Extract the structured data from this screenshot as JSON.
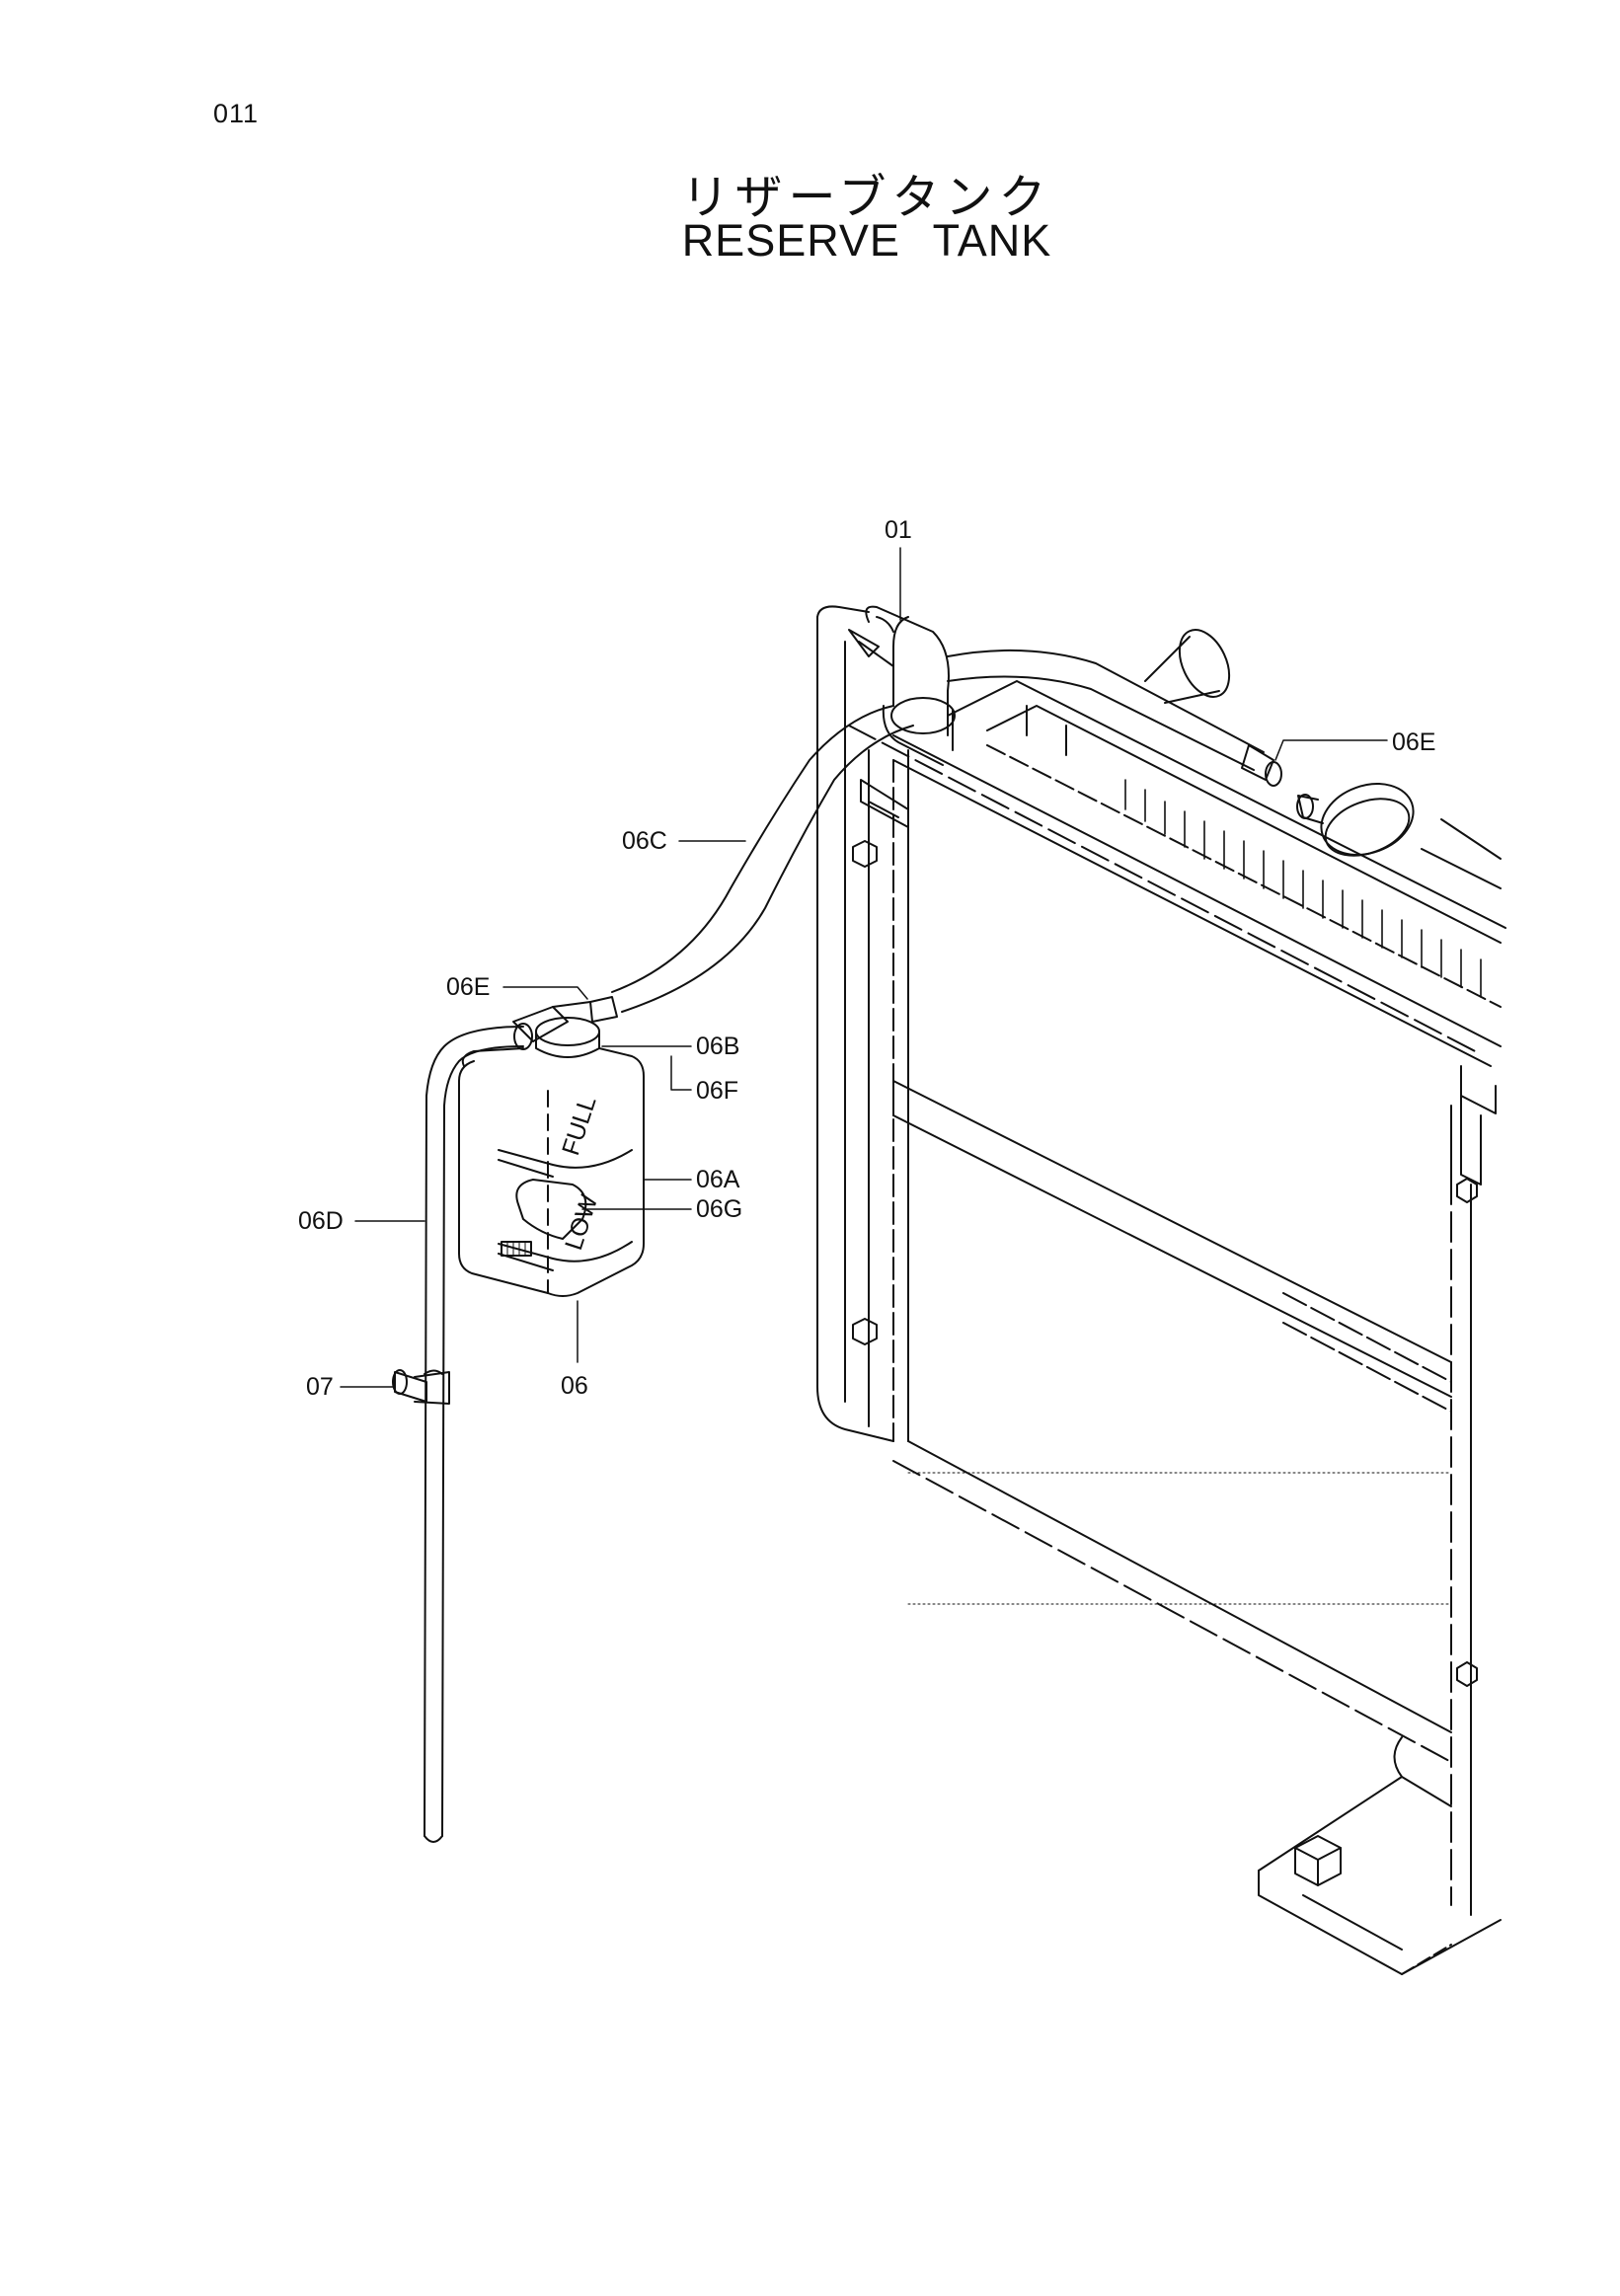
{
  "page_number": "011",
  "title_jp": "リザーブタンク",
  "title_en": "RESERVE TANK",
  "tank_markings": {
    "full": "FULL",
    "low": "LOW"
  },
  "callouts": {
    "c01": "01",
    "c06E_top": "06E",
    "c06C": "06C",
    "c06E_left": "06E",
    "c06B": "06B",
    "c06F": "06F",
    "c06A": "06A",
    "c06G": "06G",
    "c06D": "06D",
    "c07": "07",
    "c06": "06"
  },
  "colors": {
    "line": "#111111",
    "background": "#ffffff"
  }
}
